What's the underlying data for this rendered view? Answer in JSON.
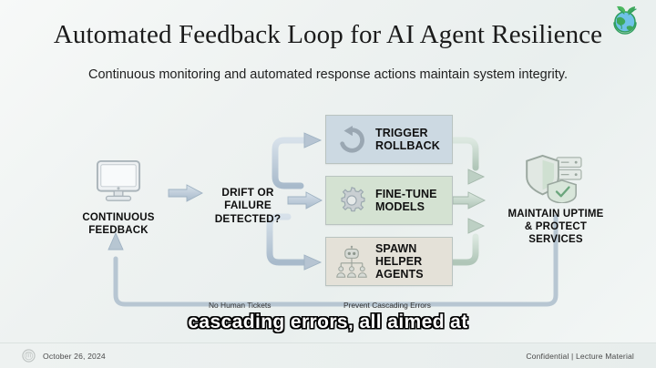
{
  "slide": {
    "title": "Automated Feedback Loop for AI Agent Resilience",
    "subtitle": "Continuous monitoring and automated response actions maintain system integrity.",
    "brand_logo_icon": "green-globe-leaf-logo"
  },
  "diagram": {
    "start_node": {
      "label": "CONTINUOUS\nFEEDBACK",
      "label_line1": "CONTINUOUS",
      "label_line2": "FEEDBACK",
      "icon": "desktop-monitor-icon"
    },
    "decision_node": {
      "label_line1": "DRIFT OR",
      "label_line2": "FAILURE",
      "label_line3": "DETECTED?"
    },
    "action_boxes": [
      {
        "id": "trigger-rollback",
        "label_line1": "TRIGGER",
        "label_line2": "ROLLBACK",
        "icon": "rollback-arrow-icon",
        "fill": "#ccd9e2"
      },
      {
        "id": "fine-tune-models",
        "label_line1": "FINE-TUNE",
        "label_line2": "MODELS",
        "icon": "gear-icon",
        "fill": "#d4e2d2"
      },
      {
        "id": "spawn-helper-agents",
        "label_line1": "SPAWN",
        "label_line2": "HELPER",
        "label_line3": "AGENTS",
        "icon": "robot-hierarchy-icon",
        "fill": "#e4e1d8"
      }
    ],
    "end_node": {
      "label_line1": "MAINTAIN UPTIME",
      "label_line2": "& PROTECT",
      "label_line3": "SERVICES",
      "icon": "shield-server-protect-icon"
    },
    "loop_notes": [
      {
        "id": "no-human-tickets",
        "text": "No Human Tickets"
      },
      {
        "id": "prevent-cascading-errors",
        "text": "Prevent Cascading Errors"
      }
    ]
  },
  "caption": {
    "text": "cascading errors, all aimed at"
  },
  "footer": {
    "seal_icon": "circular-seal-icon",
    "date": "October 26, 2024",
    "classification": "Confidential | Lecture Material"
  },
  "colors": {
    "background_start": "#f7f9f8",
    "background_end": "#f4f7f6",
    "box_rollback": "#ccd9e2",
    "box_finetune": "#d4e2d2",
    "box_spawn": "#e4e1d8",
    "arrow_blue": "#b6c4d2",
    "arrow_green": "#bdd0c4",
    "text_dark": "#0e0e0e"
  }
}
